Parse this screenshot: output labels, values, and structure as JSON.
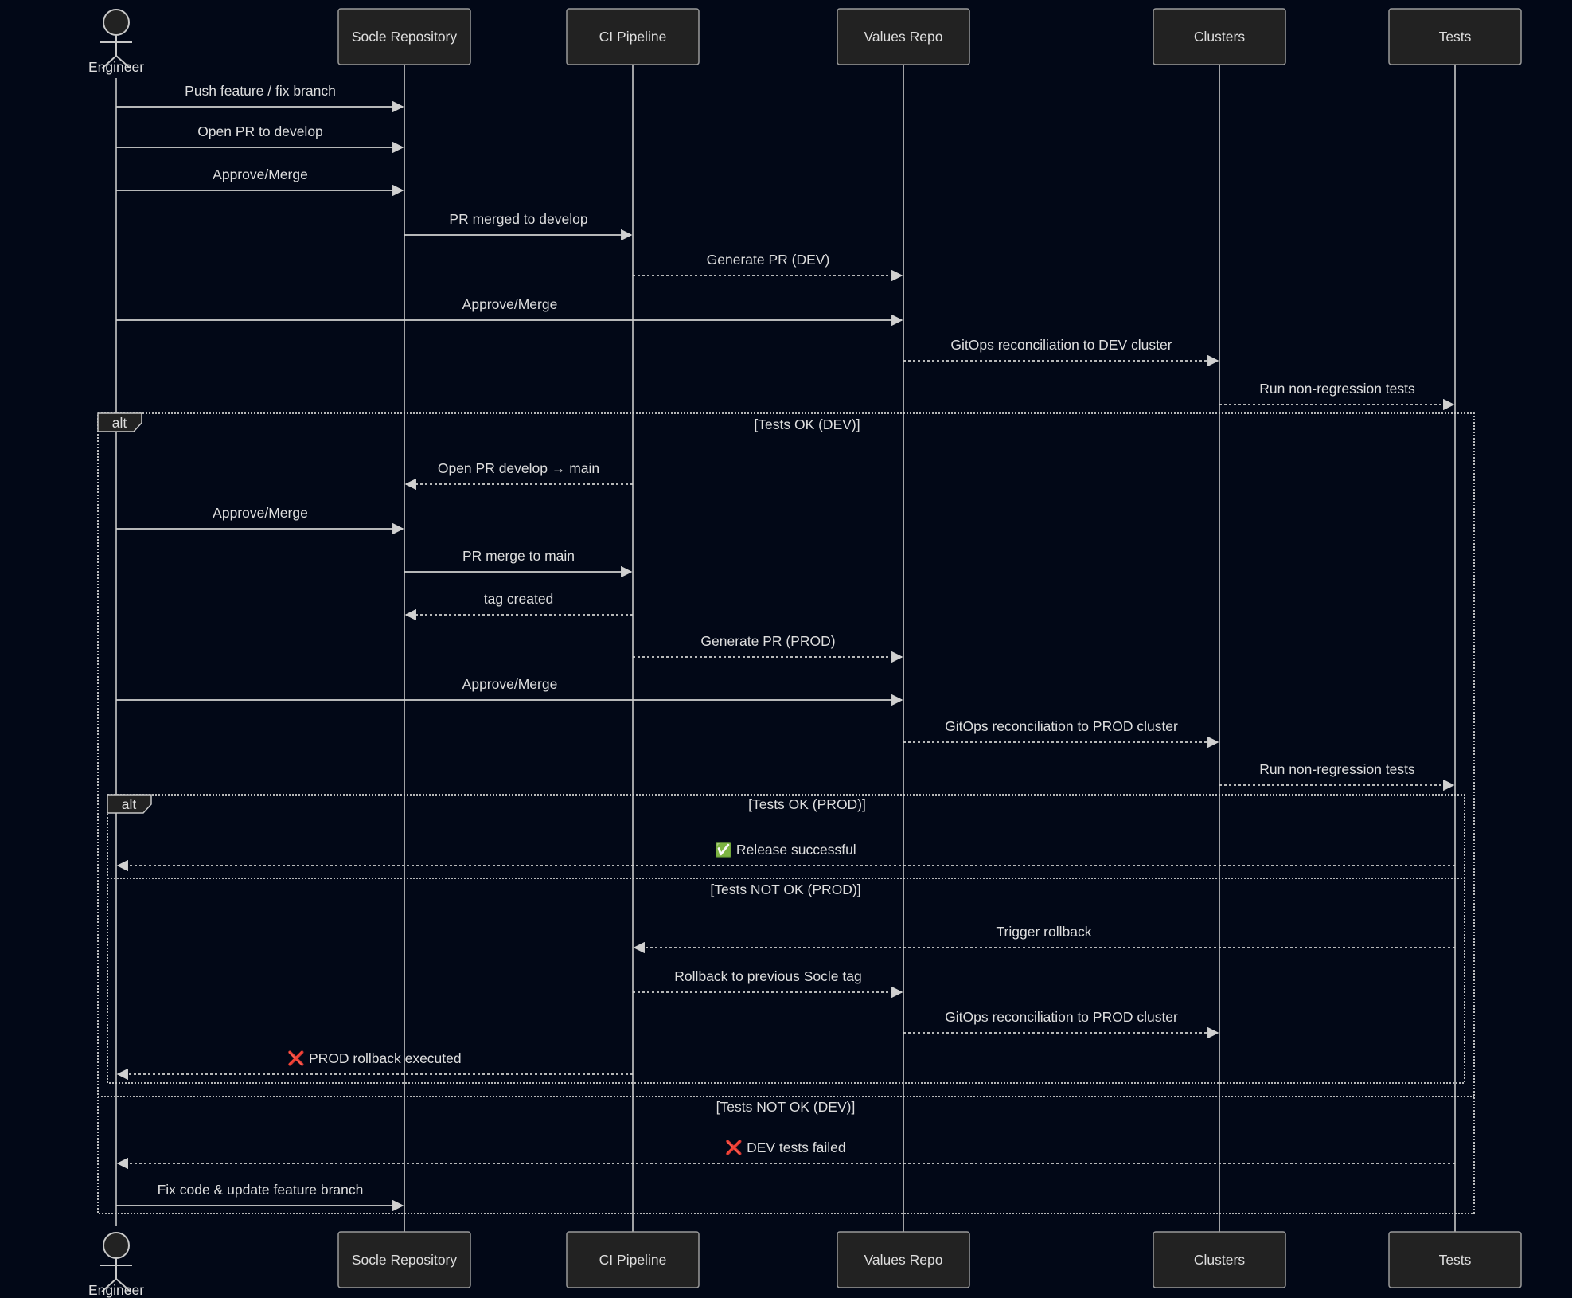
{
  "participants": [
    {
      "id": "engineer",
      "label": "Engineer",
      "type": "actor"
    },
    {
      "id": "socle",
      "label": "Socle Repository",
      "type": "box"
    },
    {
      "id": "ci",
      "label": "CI Pipeline",
      "type": "box"
    },
    {
      "id": "values",
      "label": "Values Repo",
      "type": "box"
    },
    {
      "id": "clusters",
      "label": "Clusters",
      "type": "box"
    },
    {
      "id": "tests",
      "label": "Tests",
      "type": "box"
    }
  ],
  "messages": [
    {
      "from": "engineer",
      "to": "socle",
      "label": "Push feature / fix branch",
      "style": "solid"
    },
    {
      "from": "engineer",
      "to": "socle",
      "label": "Open PR to develop",
      "style": "solid"
    },
    {
      "from": "engineer",
      "to": "socle",
      "label": "Approve/Merge",
      "style": "solid"
    },
    {
      "from": "socle",
      "to": "ci",
      "label": "PR merged to develop",
      "style": "solid"
    },
    {
      "from": "ci",
      "to": "values",
      "label": "Generate PR (DEV)",
      "style": "dashed"
    },
    {
      "from": "engineer",
      "to": "values",
      "label": "Approve/Merge",
      "style": "solid"
    },
    {
      "from": "values",
      "to": "clusters",
      "label": "GitOps reconciliation to DEV cluster",
      "style": "dashed"
    },
    {
      "from": "clusters",
      "to": "tests",
      "label": "Run non-regression tests",
      "style": "dashed"
    },
    {
      "from": "ci",
      "to": "socle",
      "label": "Open PR develop → main",
      "style": "dashed"
    },
    {
      "from": "engineer",
      "to": "socle",
      "label": "Approve/Merge",
      "style": "solid"
    },
    {
      "from": "socle",
      "to": "ci",
      "label": "PR merge to main",
      "style": "solid"
    },
    {
      "from": "ci",
      "to": "socle",
      "label": "tag created",
      "style": "dashed"
    },
    {
      "from": "ci",
      "to": "values",
      "label": "Generate PR (PROD)",
      "style": "dashed"
    },
    {
      "from": "engineer",
      "to": "values",
      "label": "Approve/Merge",
      "style": "solid"
    },
    {
      "from": "values",
      "to": "clusters",
      "label": "GitOps reconciliation to PROD cluster",
      "style": "dashed"
    },
    {
      "from": "clusters",
      "to": "tests",
      "label": "Run non-regression tests",
      "style": "dashed"
    },
    {
      "from": "tests",
      "to": "engineer",
      "label": "✅ Release successful",
      "style": "dashed"
    },
    {
      "from": "tests",
      "to": "ci",
      "label": "Trigger rollback",
      "style": "dashed"
    },
    {
      "from": "ci",
      "to": "values",
      "label": "Rollback to previous Socle tag",
      "style": "dashed"
    },
    {
      "from": "values",
      "to": "clusters",
      "label": "GitOps reconciliation to PROD cluster",
      "style": "dashed"
    },
    {
      "from": "ci",
      "to": "engineer",
      "label": "❌ PROD rollback executed",
      "style": "dashed"
    },
    {
      "from": "tests",
      "to": "engineer",
      "label": "❌ DEV tests failed",
      "style": "dashed"
    },
    {
      "from": "engineer",
      "to": "socle",
      "label": "Fix code & update feature branch",
      "style": "solid"
    }
  ],
  "fragments": [
    {
      "kind": "alt",
      "sections": [
        "[Tests OK (DEV)]",
        "[Tests NOT OK (DEV)]"
      ]
    },
    {
      "kind": "alt",
      "sections": [
        "[Tests OK (PROD)]",
        "[Tests NOT OK (PROD)]"
      ]
    }
  ]
}
